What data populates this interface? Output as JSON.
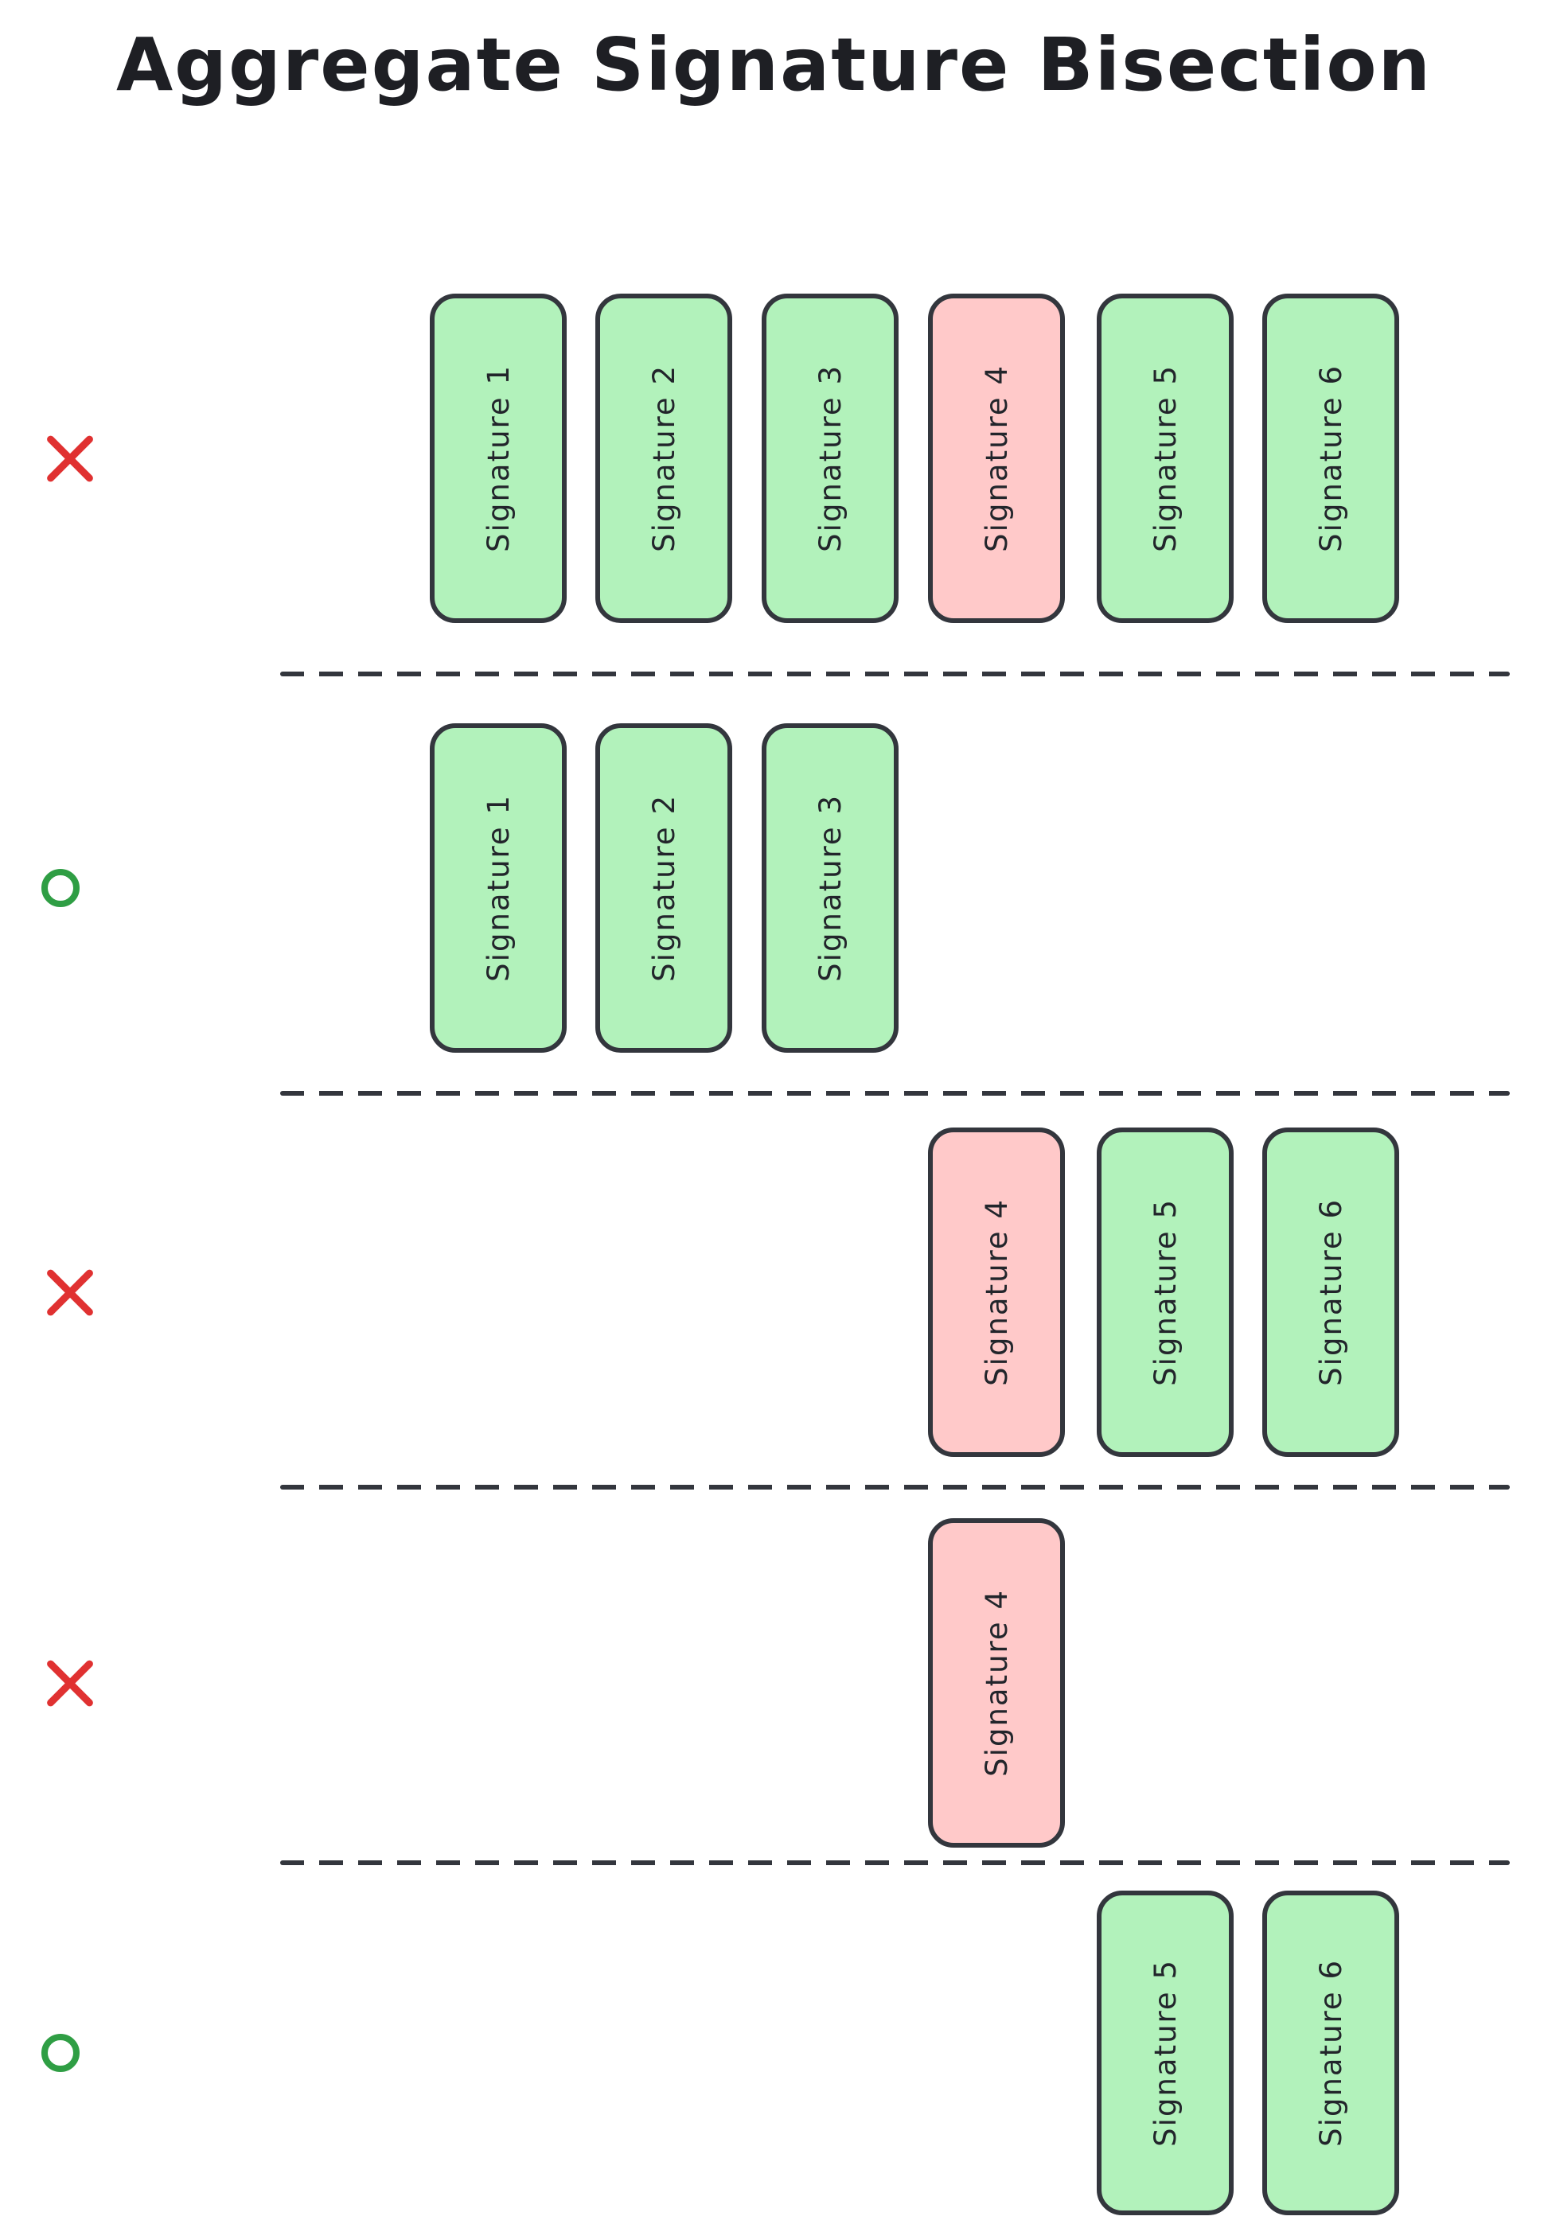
{
  "title": "Aggregate Signature Bisection",
  "colors": {
    "good-fill": "#b2f2bb",
    "bad-fill": "#ffc9c9",
    "stroke": "#33363d",
    "fail": "#e03131",
    "pass": "#2f9e44"
  },
  "legend": {
    "fail_icon": "x-cross",
    "pass_icon": "circle-outline"
  },
  "rows": [
    {
      "result": "fail",
      "signatures": [
        {
          "label": "Signature 1",
          "status": "good"
        },
        {
          "label": "Signature 2",
          "status": "good"
        },
        {
          "label": "Signature 3",
          "status": "good"
        },
        {
          "label": "Signature 4",
          "status": "bad"
        },
        {
          "label": "Signature 5",
          "status": "good"
        },
        {
          "label": "Signature 6",
          "status": "good"
        }
      ]
    },
    {
      "result": "pass",
      "signatures": [
        {
          "label": "Signature 1",
          "status": "good"
        },
        {
          "label": "Signature 2",
          "status": "good"
        },
        {
          "label": "Signature 3",
          "status": "good"
        }
      ]
    },
    {
      "result": "fail",
      "signatures": [
        {
          "label": "Signature 4",
          "status": "bad"
        },
        {
          "label": "Signature 5",
          "status": "good"
        },
        {
          "label": "Signature 6",
          "status": "good"
        }
      ]
    },
    {
      "result": "fail",
      "signatures": [
        {
          "label": "Signature 4",
          "status": "bad"
        }
      ]
    },
    {
      "result": "pass",
      "signatures": [
        {
          "label": "Signature 5",
          "status": "good"
        },
        {
          "label": "Signature 6",
          "status": "good"
        }
      ]
    }
  ]
}
